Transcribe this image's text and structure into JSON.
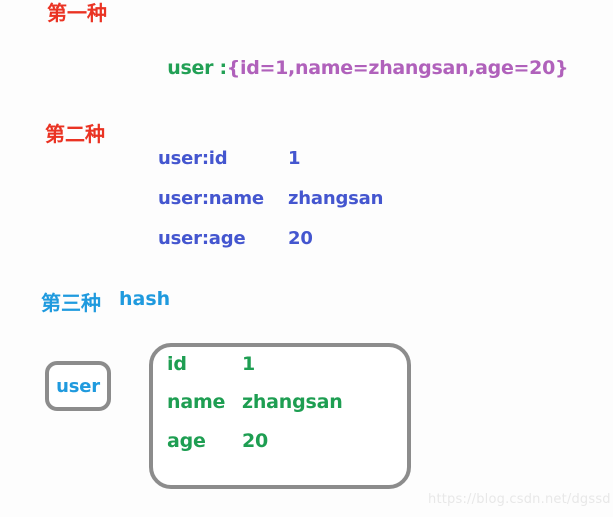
{
  "page": {
    "background": "#fdfdfd",
    "watermark": "https://blog.csdn.net/dgssd"
  },
  "colors": {
    "heading_red": "#ea3323",
    "heading_blue": "#1f9ade",
    "green": "#22a055",
    "purple": "#b061bb",
    "indigo": "#4456cf",
    "box_border": "#8c8c8c",
    "hash_green": "#1e9e52"
  },
  "section1": {
    "heading": "第一种",
    "key": "user :",
    "value": "{id=1,name=zhangsan,age=20}"
  },
  "section2": {
    "heading": "第二种",
    "rows": [
      {
        "key": "user:id",
        "value": "1"
      },
      {
        "key": "user:name",
        "value": "zhangsan"
      },
      {
        "key": "user:age",
        "value": "20"
      }
    ]
  },
  "section3": {
    "heading": "第三种",
    "subheading": "hash",
    "key_box_label": "user",
    "rows": [
      {
        "key": "id",
        "value": "1"
      },
      {
        "key": "name",
        "value": "zhangsan"
      },
      {
        "key": "age",
        "value": "20"
      }
    ]
  }
}
